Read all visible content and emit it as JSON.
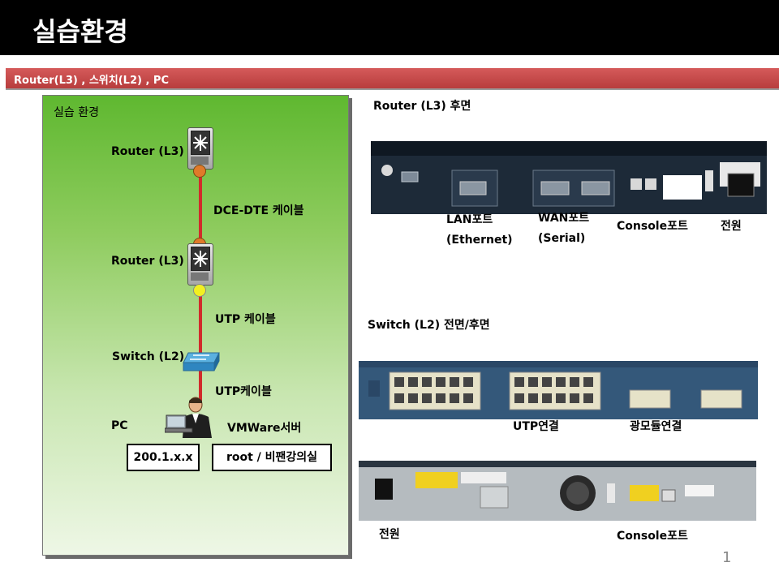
{
  "title": "실습환경",
  "section": {
    "label": "Router(L3) , 스위치(L2) , PC"
  },
  "diagram": {
    "panel_title": "실습 환경",
    "router1_label": "Router (L3)",
    "cable1_label": "DCE-DTE 케이블",
    "router2_label": "Router (L3)",
    "cable2_label": "UTP 케이블",
    "switch_label": "Switch (L2)",
    "cable3_label": "UTP케이블",
    "pc_label": "PC",
    "server_label": "VMWare서버",
    "ip_box": "200.1.x.x",
    "account_box": "root / 비팬강의실"
  },
  "router_rear": {
    "heading": "Router (L3)  후면",
    "lan_label": "LAN포트",
    "lan_sub": "(Ethernet)",
    "wan_label": "WAN포트",
    "wan_sub": "(Serial)",
    "console_label": "Console포트",
    "power_label": "전원"
  },
  "switch_views": {
    "heading": "Switch (L2)  전면/후면",
    "utp_label": "UTP연결",
    "fiber_label": "광모듈연결",
    "power_label": "전원",
    "console_label": "Console포트"
  },
  "page_number": "1",
  "colors": {
    "title_bar": "#000000",
    "section_bar": "#c0484a",
    "cable": "#d12b2b",
    "panel_green": "#5fb830"
  }
}
